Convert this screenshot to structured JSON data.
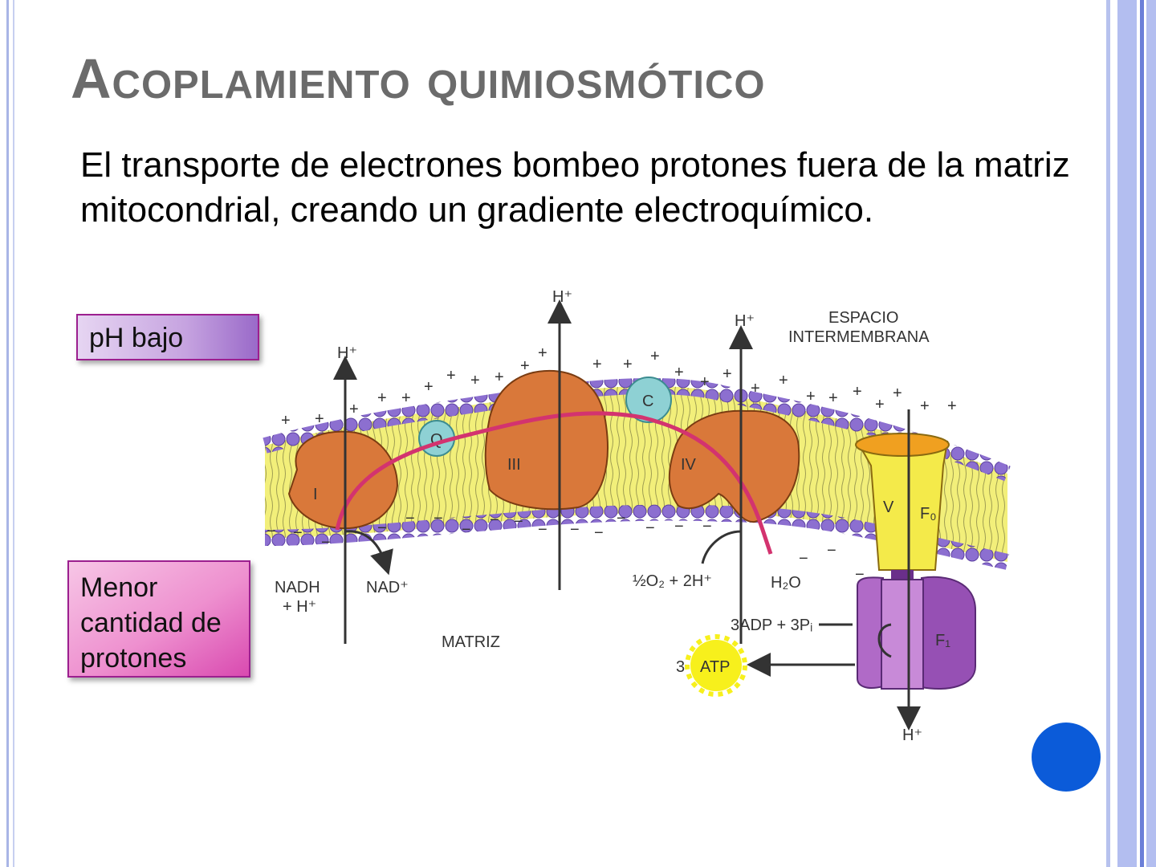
{
  "slide": {
    "title": "Acoplamiento quimiosmótico",
    "body": "El transporte de electrones bombeo protones fuera de la matriz mitocondrial, creando un gradiente electroquímico."
  },
  "labels": {
    "ph_bajo": "pH bajo",
    "menor_protones": "Menor cantidad de protones"
  },
  "diagram": {
    "h_plus": "H⁺",
    "espacio_line1": "ESPACIO",
    "espacio_line2": "INTERMEMBRANA",
    "matriz": "MATRIZ",
    "complex_I": "I",
    "complex_III": "III",
    "complex_IV": "IV",
    "complex_V": "V",
    "q": "Q",
    "c": "C",
    "f0": "F₀",
    "f1": "F₁",
    "nadh_line1": "NADH",
    "nadh_line2": "+ H⁺",
    "nad_plus": "NAD⁺",
    "o2": "½O₂ + 2H⁺",
    "h2o": "H₂O",
    "adp": "3ADP + 3Pᵢ",
    "atp_count": "3",
    "atp": "ATP",
    "plus": "+",
    "minus": "−"
  },
  "colors": {
    "title": "#6b6b6b",
    "complex": "#d9783a",
    "membrane": "#f2ef7a",
    "phospholipid": "#8c6fd0",
    "electron_path": "#d3336f",
    "f1": "#b06ac7",
    "atp": "#f7f01c",
    "dot": "#0b5bd9"
  }
}
